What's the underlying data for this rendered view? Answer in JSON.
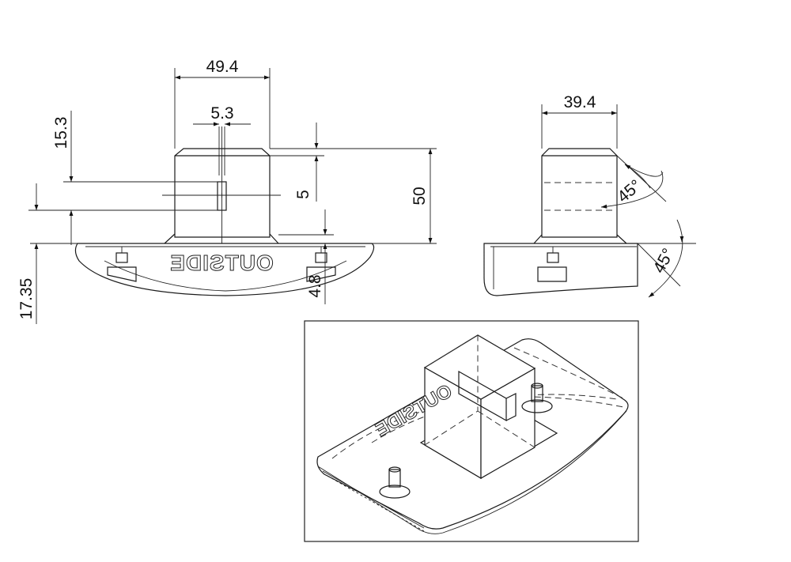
{
  "front_view": {
    "dims": {
      "width": "49.4",
      "slot": "5.3",
      "upper": "15.3",
      "slot_height": "5",
      "height": "50",
      "base": "17.35",
      "pin": "4.8"
    },
    "engraving": "OUTSIDE"
  },
  "side_view": {
    "dims": {
      "width": "39.4",
      "angle_top": "45°",
      "angle_bottom": "45°"
    }
  },
  "iso_view": {
    "engraving": "OUTSIDE"
  }
}
